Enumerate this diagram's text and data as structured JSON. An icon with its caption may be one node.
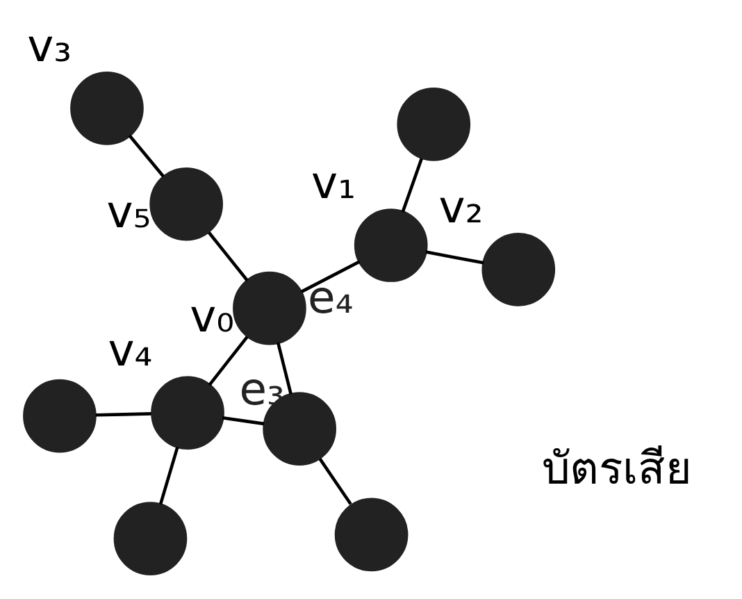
{
  "diagram": {
    "nodes": [
      {
        "text": [],
        "shape": "circle",
        "beside": [
          "v₃"
        ]
      },
      {
        "text": [],
        "shape": "circle"
      },
      {
        "text": [],
        "shape": "circle",
        "beside": [
          "v₂"
        ]
      },
      {
        "text": [],
        "shape": "circle",
        "beside": [
          "v₅"
        ]
      },
      {
        "text": [],
        "shape": "circle",
        "beside": [
          "v₁"
        ]
      },
      {
        "text": [],
        "shape": "circle",
        "beside": [
          "v₀"
        ]
      },
      {
        "text": [],
        "shape": "circle"
      },
      {
        "text": [],
        "shape": "circle"
      },
      {
        "text": [],
        "shape": "circle",
        "beside": [
          "v₄"
        ]
      },
      {
        "text": [],
        "shape": "circle"
      },
      {
        "text": [],
        "shape": "circle"
      }
    ],
    "edges": [
      {
        "from": 0,
        "to": 3,
        "arrow": "none"
      },
      {
        "from": 3,
        "to": 5,
        "arrow": "none"
      },
      {
        "from": 5,
        "to": 4,
        "arrow": "none",
        "label": "e₄"
      },
      {
        "from": 1,
        "to": 4,
        "arrow": "none"
      },
      {
        "from": 4,
        "to": 2,
        "arrow": "none"
      },
      {
        "from": 5,
        "to": 7,
        "arrow": "none",
        "label": "e₃"
      },
      {
        "from": 5,
        "to": 8,
        "arrow": "none"
      },
      {
        "from": 7,
        "to": 8,
        "arrow": "none"
      },
      {
        "from": 7,
        "to": 9,
        "arrow": "none"
      },
      {
        "from": 8,
        "to": 6,
        "arrow": "none"
      },
      {
        "from": 8,
        "to": 10,
        "arrow": "none"
      }
    ],
    "labels": [
      "บัตรเสีย"
    ]
  }
}
